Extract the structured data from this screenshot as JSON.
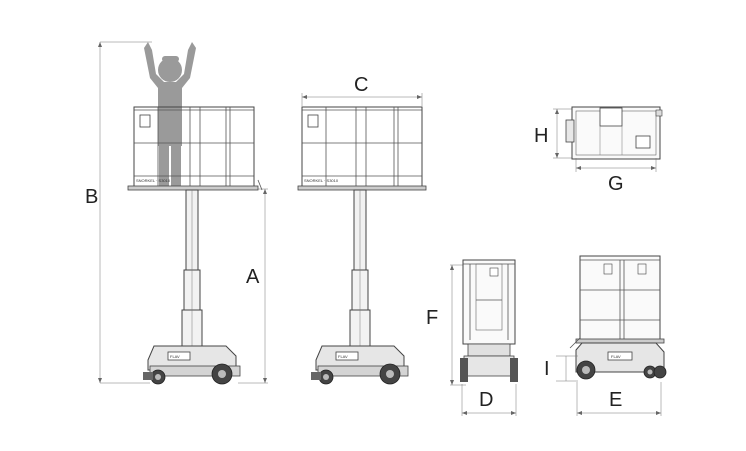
{
  "labels": {
    "A": "A",
    "B": "B",
    "C": "C",
    "D": "D",
    "E": "E",
    "F": "F",
    "G": "G",
    "H": "H",
    "I": "I"
  },
  "decal": {
    "basket_text_1": "SNORKEL · S3010",
    "basket_text_2": "SNORKEL · S3010",
    "base_plate_1": "FLAV",
    "base_plate_2": "FLAV",
    "base_plate_3": "FLAV"
  },
  "colors": {
    "outline": "#444444",
    "person": "#9a9a9a",
    "dimension": "#666666"
  }
}
